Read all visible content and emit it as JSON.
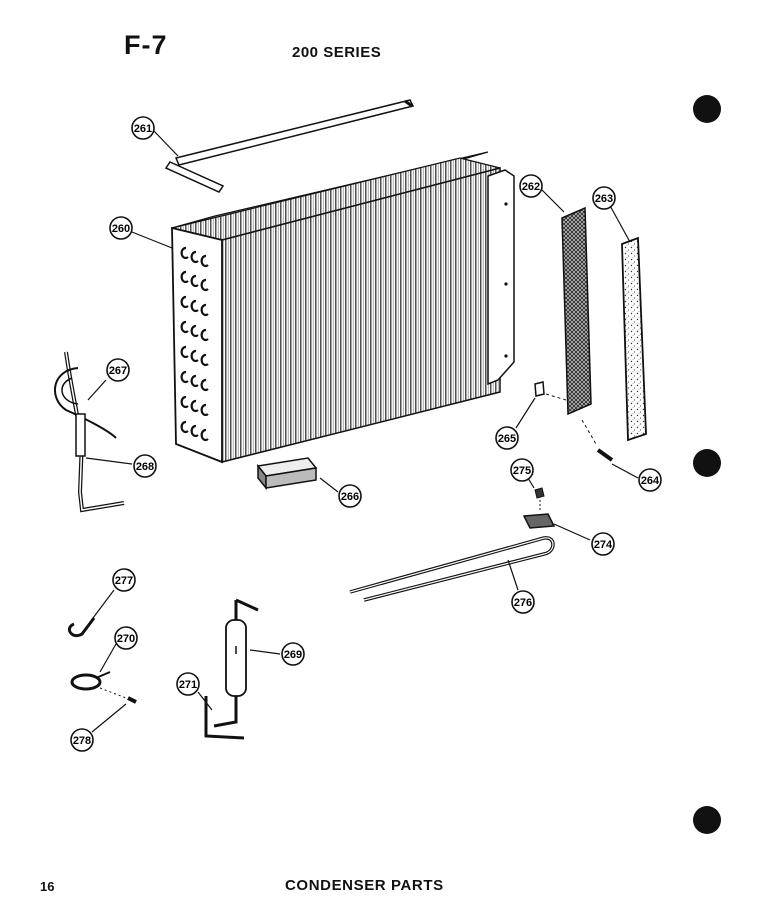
{
  "header": {
    "page_code": "F-7",
    "series": "200 SERIES"
  },
  "footer": {
    "page_number": "16",
    "title": "CONDENSER PARTS"
  },
  "callouts": [
    "260",
    "261",
    "262",
    "263",
    "264",
    "265",
    "266",
    "267",
    "268",
    "269",
    "270",
    "271",
    "274",
    "275",
    "276",
    "277",
    "278"
  ]
}
